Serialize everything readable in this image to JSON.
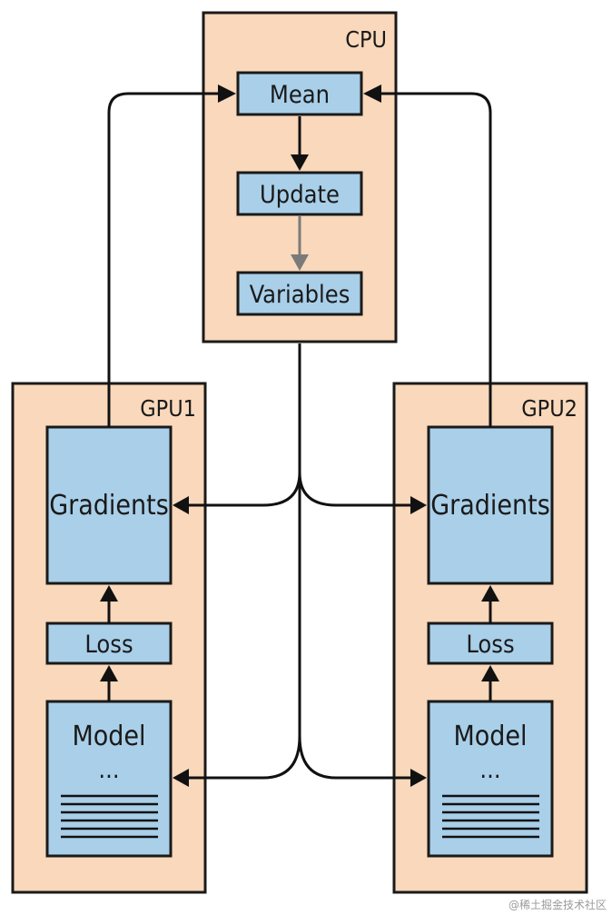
{
  "containers": {
    "cpu": {
      "label": "CPU"
    },
    "gpu1": {
      "label": "GPU1"
    },
    "gpu2": {
      "label": "GPU2"
    }
  },
  "cpu_nodes": {
    "mean": "Mean",
    "update": "Update",
    "variables": "Variables"
  },
  "gpu1_nodes": {
    "gradients": "Gradients",
    "loss": "Loss",
    "model": "Model",
    "model_ellipsis": "..."
  },
  "gpu2_nodes": {
    "gradients": "Gradients",
    "loss": "Loss",
    "model": "Model",
    "model_ellipsis": "..."
  },
  "colors": {
    "container_fill": "#f9d8bb",
    "node_fill": "#a9cfe9",
    "stroke": "#1a1a1a",
    "update_to_variables_arrow": "#7a7a7a"
  },
  "watermark": "@稀土掘金技术社区"
}
